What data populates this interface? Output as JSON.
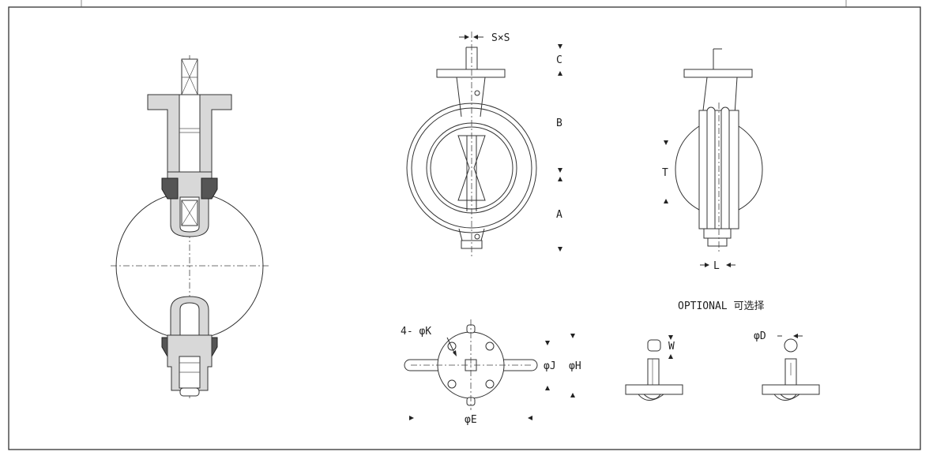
{
  "drawing": {
    "labels": {
      "sxs": "S×S",
      "c": "C",
      "b": "B",
      "a": "A",
      "t": "T",
      "l": "L",
      "optional": "OPTIONAL 可选择",
      "k": "4- φK",
      "j": "φJ",
      "h": "φH",
      "e": "φE",
      "w": "W",
      "d": "φD"
    }
  }
}
